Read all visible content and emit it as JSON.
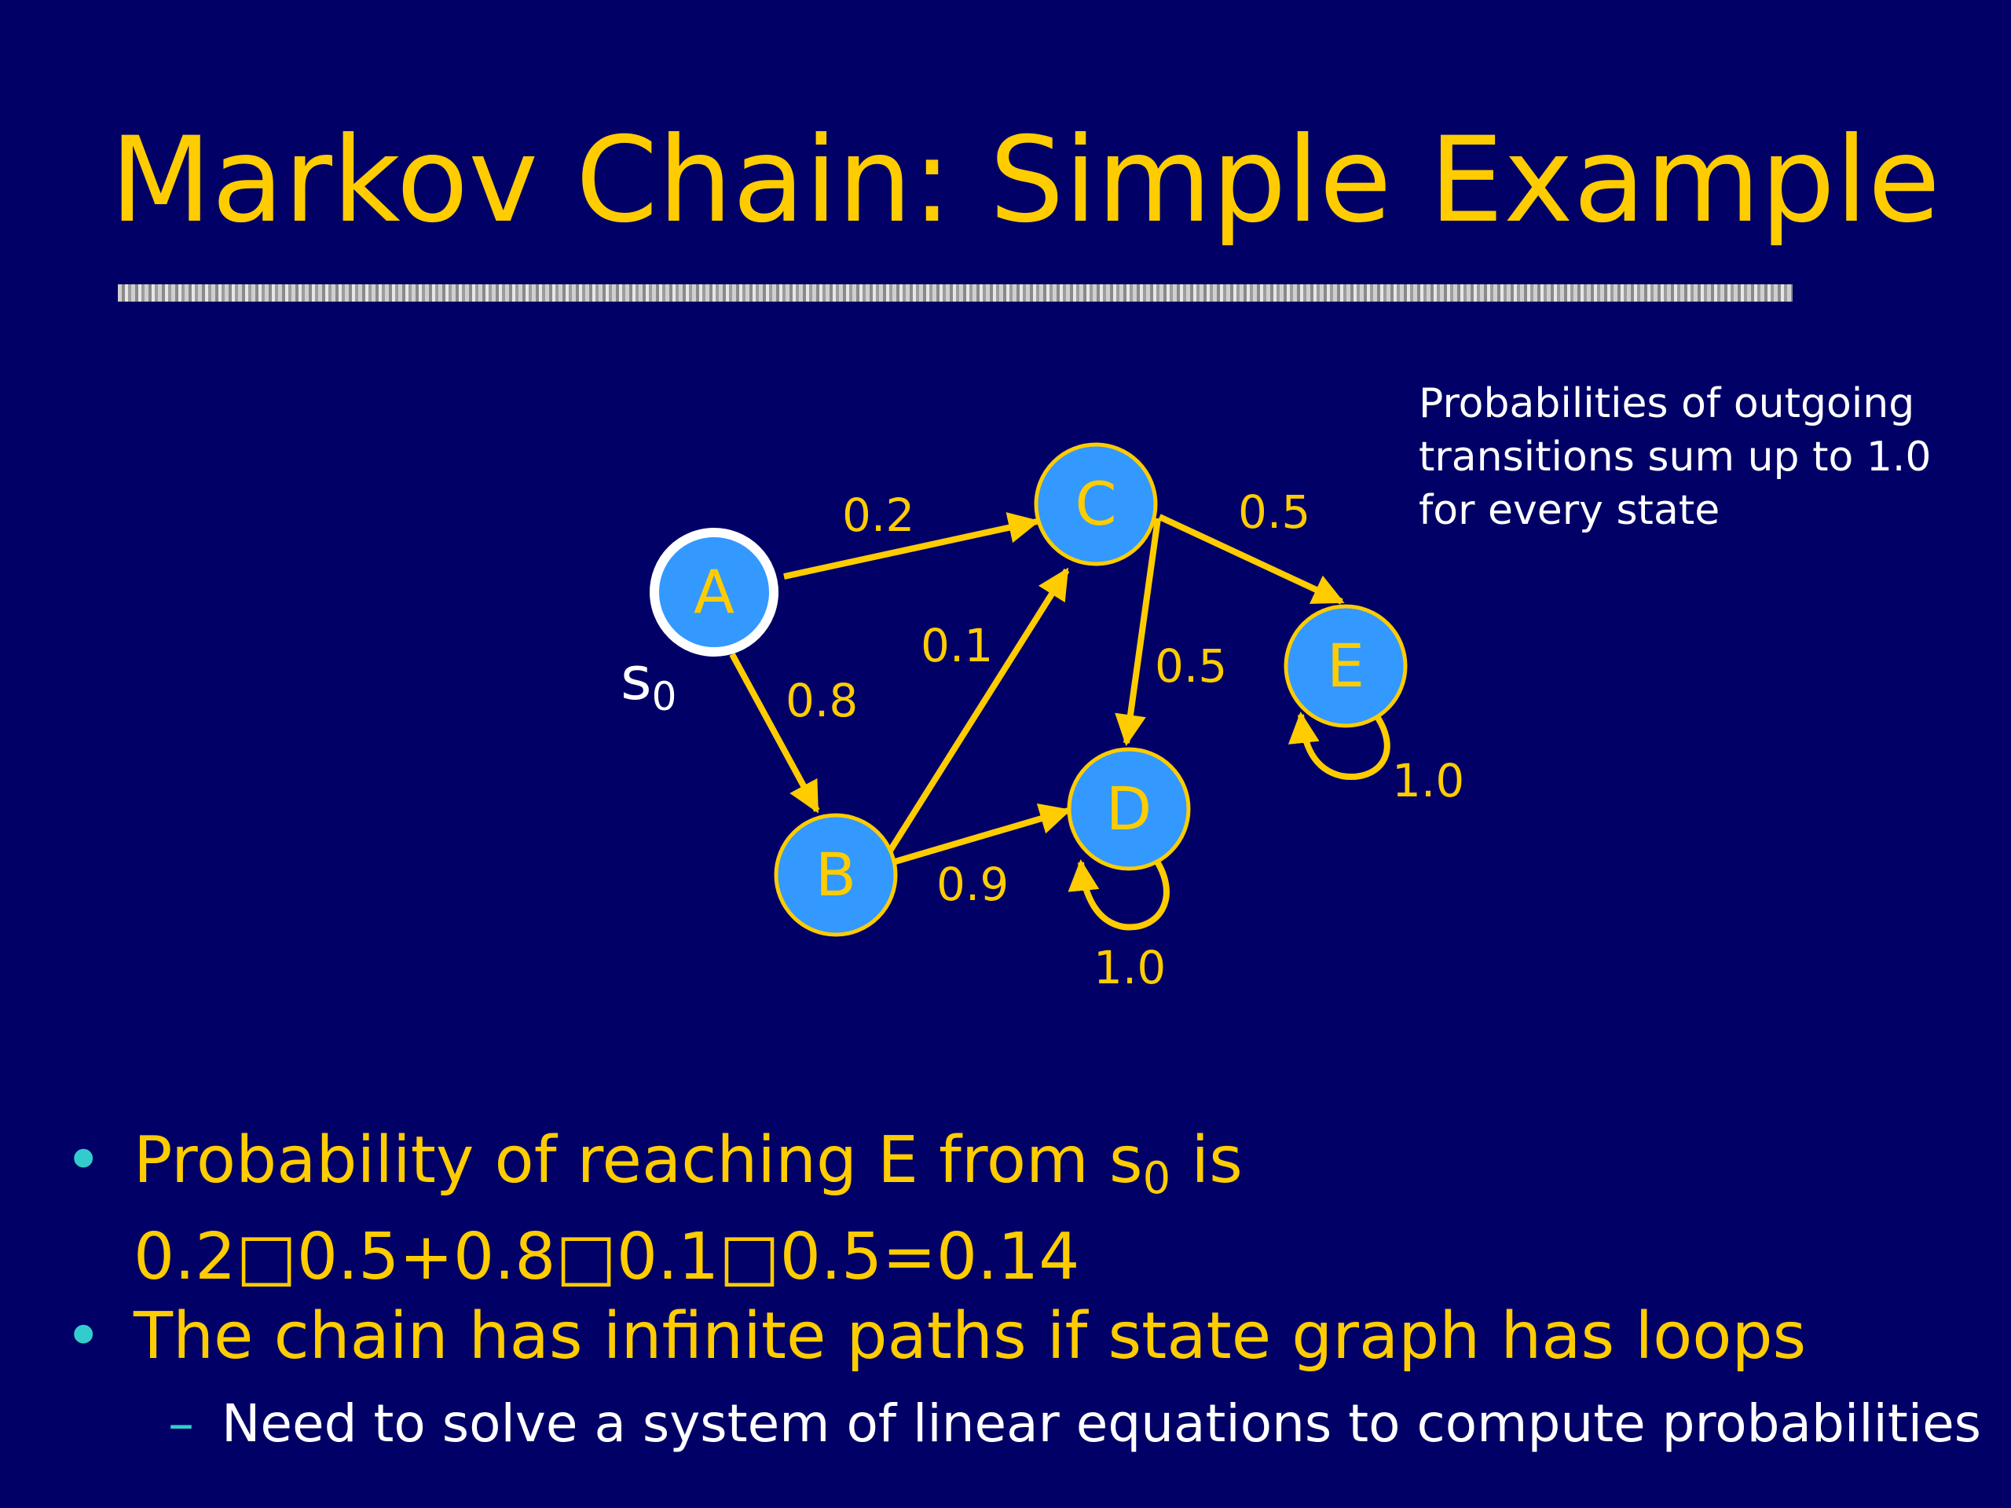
{
  "slide": {
    "title": "Markov Chain: Simple Example",
    "note": [
      "Probabilities of outgoing",
      "transitions sum up to 1.0",
      "for every state"
    ],
    "bullets": [
      {
        "line1_pre": "Probability of reaching E from s",
        "line1_sub": "0",
        "line1_post": " is",
        "line2": "0.2□0.5+0.8□0.1□0.5=0.14"
      },
      {
        "text": "The chain has infinite paths if state graph has loops"
      }
    ],
    "sub_bullet": "Need to solve a system of linear equations to compute probabilities",
    "bullet_glyph": "•",
    "dash_glyph": "–"
  },
  "diagram": {
    "initial_state_label": "s",
    "initial_state_sub": "0",
    "states": [
      {
        "id": "A",
        "label": "A",
        "initial": true
      },
      {
        "id": "B",
        "label": "B"
      },
      {
        "id": "C",
        "label": "C"
      },
      {
        "id": "D",
        "label": "D"
      },
      {
        "id": "E",
        "label": "E"
      }
    ],
    "transitions": [
      {
        "from": "A",
        "to": "C",
        "prob": "0.2"
      },
      {
        "from": "A",
        "to": "B",
        "prob": "0.8"
      },
      {
        "from": "B",
        "to": "C",
        "prob": "0.1"
      },
      {
        "from": "B",
        "to": "D",
        "prob": "0.9"
      },
      {
        "from": "C",
        "to": "E",
        "prob": "0.5"
      },
      {
        "from": "C",
        "to": "D",
        "prob": "0.5"
      },
      {
        "from": "D",
        "to": "D",
        "prob": "1.0"
      },
      {
        "from": "E",
        "to": "E",
        "prob": "1.0"
      }
    ],
    "colors": {
      "background": "#000066",
      "node_fill": "#3399ff",
      "node_stroke": "#ffcc00",
      "initial_node_stroke": "#ffffff",
      "edge": "#ffcc00",
      "title": "#ffcc00",
      "bullet_dot": "#33cccc"
    }
  }
}
